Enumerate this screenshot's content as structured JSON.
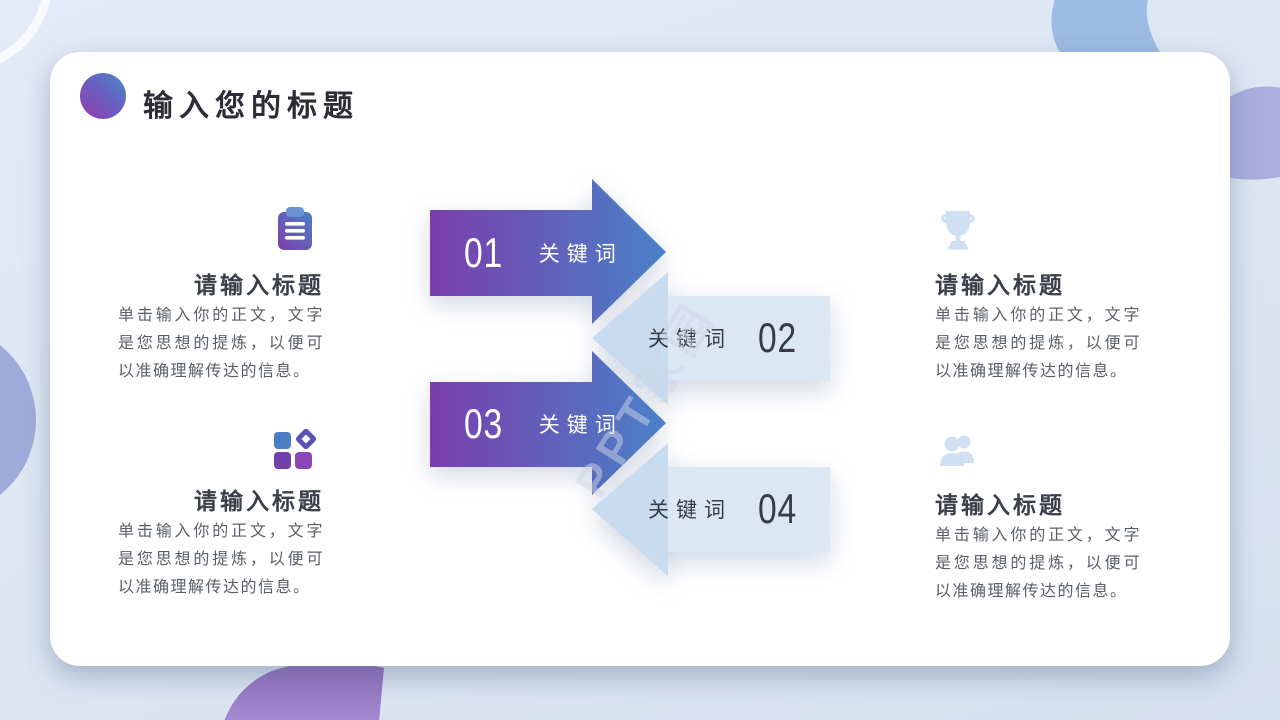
{
  "slide": {
    "title": "输入您的标题",
    "watermark": "PPT家园"
  },
  "sections": {
    "left": [
      {
        "icon": "clipboard-icon",
        "heading": "请输入标题",
        "body": "单击输入你的正文，文字是您思想的提炼，以便可以准确理解传达的信息。"
      },
      {
        "icon": "shapes-grid-icon",
        "heading": "请输入标题",
        "body": "单击输入你的正文，文字是您思想的提炼，以便可以准确理解传达的信息。"
      }
    ],
    "right": [
      {
        "icon": "trophy-icon",
        "heading": "请输入标题",
        "body": "单击输入你的正文，文字是您思想的提炼，以便可以准确理解传达的信息。"
      },
      {
        "icon": "users-icon",
        "heading": "请输入标题",
        "body": "单击输入你的正文，文字是您思想的提炼，以便可以准确理解传达的信息。"
      }
    ]
  },
  "arrows": [
    {
      "number": "01",
      "label": "关键词",
      "direction": "right"
    },
    {
      "number": "02",
      "label": "关键词",
      "direction": "left"
    },
    {
      "number": "03",
      "label": "关键词",
      "direction": "right"
    },
    {
      "number": "04",
      "label": "关键词",
      "direction": "left"
    }
  ],
  "colors": {
    "background": "#dde7f3",
    "card": "#ffffff",
    "accent_purple": "#7b3fae",
    "accent_blue": "#4a80c8",
    "pale_arrow_body": "#dce7f4",
    "pale_arrow_head": "#c9dbef",
    "pale_icon": "#cfe0f3",
    "ring_blue": "#9cbae3",
    "ring_lavender": "#a9aede",
    "ring_purple": "#9a7fc9",
    "heading_text": "#3b4048",
    "body_text": "#5a5f66"
  }
}
